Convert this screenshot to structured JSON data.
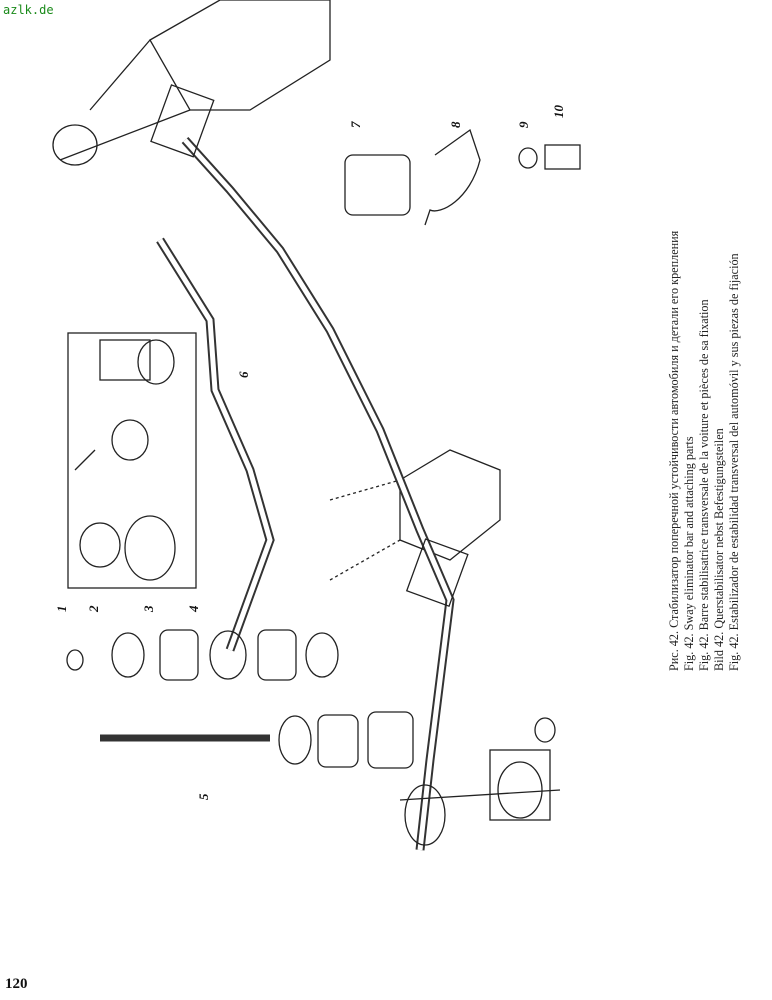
{
  "watermark": "azlk.de",
  "page_number": "120",
  "caption": [
    "Рис. 42. Стабилизатор поперечной устойчивости автомобиля и детали его крепления",
    "Fig. 42. Sway eliminator bar and attaching parts",
    "Fig. 42. Barre stabilisatrice transversale de la voiture et pièces de sa fixation",
    "Bild 42. Querstabilisator nebst Befestigungsteilen",
    "Fig. 42. Estabilizador de estabilidad transversal del automóvil y sus piezas de fijación"
  ],
  "part_labels": [
    "1",
    "2",
    "3",
    "4",
    "5",
    "6",
    "7",
    "8",
    "9",
    "10"
  ]
}
